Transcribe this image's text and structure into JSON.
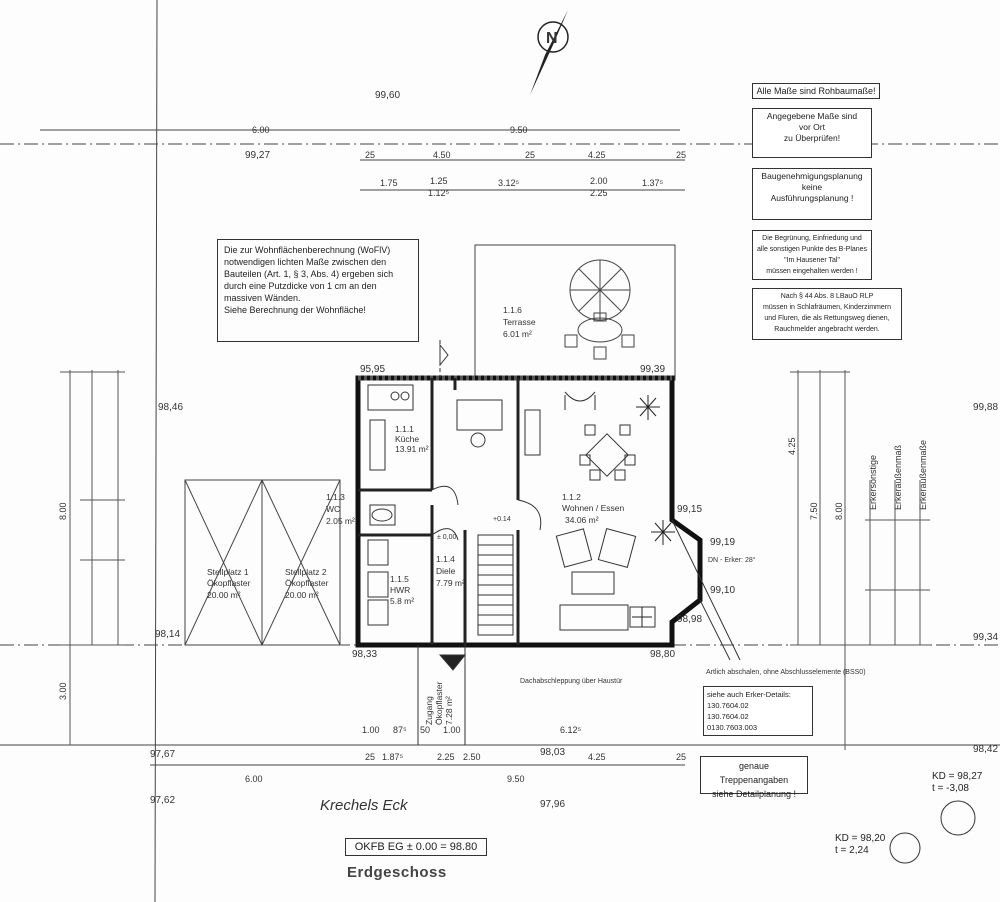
{
  "notes": {
    "rohbau": "Alle Maße sind Rohbaumaße!",
    "vor_ort": [
      "Angegebene Maße sind",
      "vor Ort",
      "zu Überprüfen!"
    ],
    "baugenehmigung": [
      "Baugenehmigungsplanung",
      "keine",
      "Ausführungsplanung !"
    ],
    "begruenung": [
      "Die Begrünung, Einfriedung und",
      "alle sonstigen Punkte des B-Planes",
      "\"Im Hausener Tal\"",
      "müssen eingehalten werden !"
    ],
    "lbauo": [
      "Nach § 44 Abs. 8 LBauO RLP",
      "müssen in Schlafräumen, Kinderzimmern",
      "und Fluren, die als Rettungsweg dienen,",
      "Rauchmelder angebracht werden."
    ],
    "wofiv": [
      "Die zur Wohnflächenberechnung (WoFlV)",
      "notwendigen lichten Maße zwischen den",
      "Bauteilen (Art. 1, § 3, Abs. 4) ergeben sich",
      "durch eine Putzdicke von 1 cm an den",
      "massiven Wänden.",
      "Siehe Berechnung der Wohnfläche!"
    ],
    "erker": [
      "siehe auch Erker-Details:",
      "130.7604.02",
      "130.7604.02",
      "0130.7603.003"
    ],
    "treppe": [
      "genaue Treppenangaben",
      "siehe Detailplanung !"
    ]
  },
  "levels": {
    "top": "99,60",
    "top_left": "99,27",
    "left_mid": "98,46",
    "left_low": "98,14",
    "bot_left_a": "97,67",
    "bot_left_b": "97,62",
    "bot_mid_a": "98,03",
    "bot_mid_b": "97,96",
    "right_top": "99,88",
    "right_mid": "99,34",
    "right_bot": "98,42",
    "house_tl": "95,95",
    "house_tr": "99,39",
    "house_bl": "98,33",
    "house_br": "98,80",
    "erker_a": "99,15",
    "erker_b": "99,19",
    "erker_c": "99,10",
    "erker_d": "98,98"
  },
  "dims": {
    "top_600": "6.00",
    "top_950": "9.50",
    "top_425": "4.25",
    "top_450": "4.50",
    "top_25a": "25",
    "top_25b": "25",
    "top_25c": "25",
    "top_175": "1.75",
    "top_125": "1.25",
    "top_1125": "1.12⁵",
    "top_3125": "3.12⁵",
    "top_200": "2.00",
    "top_225": "2.25",
    "top_1375": "1.37⁵",
    "bot_100a": "1.00",
    "bot_875": "87⁵",
    "bot_50": "50",
    "bot_100b": "1.00",
    "bot_6125": "6.12⁵",
    "bot_25a": "25",
    "bot_1875": "1.87⁵",
    "bot_225": "2.25",
    "bot_250": "2.50",
    "bot_425": "4.25",
    "bot_25b": "25",
    "bot_600": "6.00",
    "bot_950": "9.50",
    "left_800": "8.00",
    "left_300": "3.00",
    "right_750": "7.50",
    "right_800": "8.00",
    "right_425": "4.25"
  },
  "rooms": {
    "kueche": [
      "1.1.1",
      "Küche",
      "13.91 m²"
    ],
    "wc": [
      "1.1.3",
      "WC",
      "2.05 m²"
    ],
    "hwr": [
      "1.1.5",
      "HWR",
      "5.8 m²"
    ],
    "diele": [
      "1.1.4",
      "Diele",
      "7.79 m²"
    ],
    "wohnen": [
      "1.1.2",
      "Wohnen / Essen",
      "34.06 m²"
    ],
    "terrasse": [
      "1.1.6",
      "Terrasse",
      "6.01 m²"
    ],
    "stellplatz1": [
      "Stellplatz 1",
      "Ökopflaster",
      "20.00 m²"
    ],
    "stellplatz2": [
      "Stellplatz 2",
      "Ökopflaster",
      "20.00 m²"
    ],
    "zugang": [
      "Zugang",
      "Ökopflaster",
      "7.28 m²"
    ]
  },
  "labels": {
    "dach": "Dachabschleppung über Haustür",
    "erker": "DN - Erker: 28°",
    "kellerfenster": "Artlich abschalen, ohne Abschlusselemente (BSS0)",
    "plusminus": "± 0,00",
    "stufen": "+0.14",
    "erkerwand1": "Erkersonstige",
    "erkerwand2": "Erkeraußenmaß",
    "erkerwand3": "Erkeraußenmaße"
  },
  "street": "Krechels Eck",
  "okfb": "OKFB EG ± 0.00 = 98.80",
  "floor": "Erdgeschoss",
  "kd1": [
    "KD = 98,27",
    "t = -3,08"
  ],
  "kd2": [
    "KD = 98,20",
    "t = 2,24"
  ]
}
